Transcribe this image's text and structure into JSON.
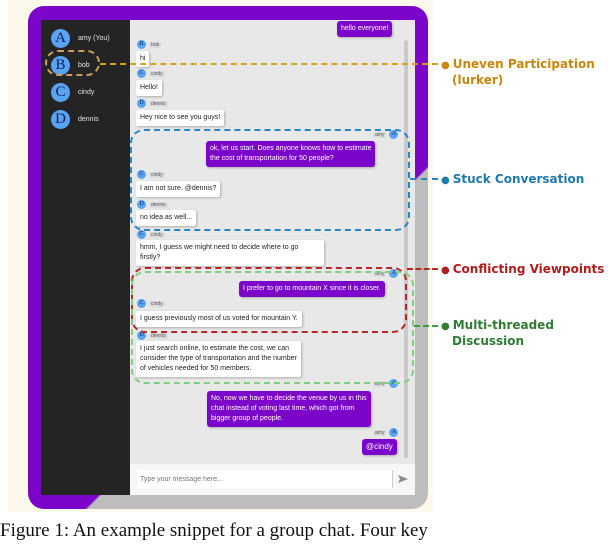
{
  "sidebar": {
    "contacts": [
      {
        "initial": "A",
        "name": "amy (You)"
      },
      {
        "initial": "B",
        "name": "bob"
      },
      {
        "initial": "C",
        "name": "cindy"
      },
      {
        "initial": "D",
        "name": "dennis"
      }
    ]
  },
  "chat": {
    "messages": [
      {
        "sender": "amy",
        "initial": "A",
        "direction": "out",
        "text": "hello everyone!"
      },
      {
        "sender": "bob",
        "initial": "B",
        "direction": "in",
        "text": "hi"
      },
      {
        "sender": "cindy",
        "initial": "C",
        "direction": "in",
        "text": "Hello!"
      },
      {
        "sender": "dennis",
        "initial": "D",
        "direction": "in",
        "text": "Hey nice to see you guys!"
      },
      {
        "sender": "amy",
        "initial": "A",
        "direction": "out",
        "text": "ok, let us start. Does anyone knows how to estimate",
        "text2": "the cost of transportation for 50 people?"
      },
      {
        "sender": "cindy",
        "initial": "C",
        "direction": "in",
        "text": "I am not sure. @dennis?"
      },
      {
        "sender": "dennis",
        "initial": "D",
        "direction": "in",
        "text": "no idea as well..."
      },
      {
        "sender": "cindy",
        "initial": "C",
        "direction": "in",
        "text": "hmm, I guess we might need to decide where to go",
        "text2": "firstly?"
      },
      {
        "sender": "amy",
        "initial": "A",
        "direction": "out",
        "text": "I prefer to go to mountain X since it is closer."
      },
      {
        "sender": "cindy",
        "initial": "C",
        "direction": "in",
        "text": "I guess previously most of us voted for mountain Y."
      },
      {
        "sender": "dennis",
        "initial": "D",
        "direction": "in",
        "text": "I just search online, to estimate the cost, we can",
        "text2": "consider the type of transportation and the number",
        "text3": "of vehicles needed for 50 members."
      },
      {
        "sender": "amy",
        "initial": "A",
        "direction": "out",
        "text": "No, now we have to decide the venue by us in this",
        "text2": "chat instead of voting last time, which got from",
        "text3": "bigger group of people."
      },
      {
        "sender": "amy",
        "initial": "A",
        "direction": "out",
        "text": "@cindy"
      }
    ],
    "input_placeholder": "Type your message here...",
    "send_icon": "send-arrow-icon"
  },
  "annotations": [
    {
      "label": "Uneven Participation",
      "label2": "(lurker)",
      "color": "#c8860c"
    },
    {
      "label": "Stuck Conversation",
      "color": "#1f7ab0"
    },
    {
      "label": "Conflicting Viewpoints",
      "color": "#b01c1c"
    },
    {
      "label": "Multi-threaded",
      "label2": "Discussion",
      "color": "#2e7d32"
    }
  ],
  "colors": {
    "accent_purple": "#7b05c9",
    "avatar_blue": "#5aa3f0",
    "sidebar_bg": "#242424"
  },
  "caption": "Figure 1: An example snippet for a group chat. Four key"
}
